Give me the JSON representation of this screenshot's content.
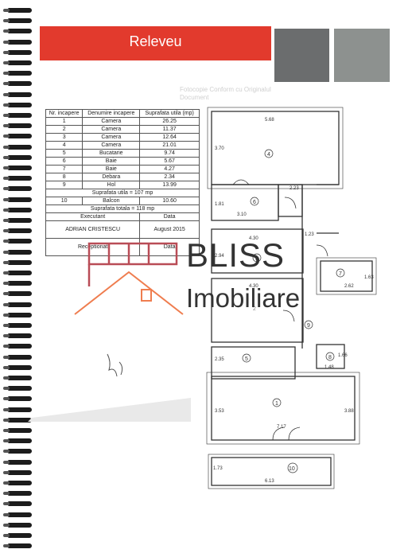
{
  "banner": {
    "title": "Releveu",
    "color": "#e23a2d"
  },
  "stamp_text": [
    "Fotocopie Conform cu Originalul",
    "Document"
  ],
  "table": {
    "headers": [
      "Nr. incapere",
      "Denumire incapere",
      "Suprafata utila (mp)"
    ],
    "rows": [
      [
        "1",
        "Camera",
        "26.25"
      ],
      [
        "2",
        "Camera",
        "11.37"
      ],
      [
        "3",
        "Camera",
        "12.64"
      ],
      [
        "4",
        "Camera",
        "21.01"
      ],
      [
        "5",
        "Bucatarie",
        "9.74"
      ],
      [
        "6",
        "Baie",
        "5.67"
      ],
      [
        "7",
        "Baie",
        "4.27"
      ],
      [
        "8",
        "Debara",
        "2.34"
      ],
      [
        "9",
        "Hol",
        "13.99"
      ]
    ],
    "suprafata_utila": "Suprafata utila = 107 mp",
    "balcon": {
      "nr": "10",
      "name": "Balcon",
      "area": "10.60"
    },
    "suprafata_totala": "Suprafata totala = 118 mp",
    "executant_label": "Executant",
    "data_label": "Data",
    "executant_name": "ADRIAN CRISTESCU",
    "executant_date": "August 2015",
    "receptionat_label": "Receptionat",
    "receptionat_data_label": "Data"
  },
  "plan": {
    "dims": [
      "5.68",
      "3.70",
      "2.23",
      "1.81",
      "3.10",
      "1.23",
      "4.30",
      "2.94",
      "2.62",
      "1.63",
      "4.30",
      "2.35",
      "1.48",
      "1.66",
      "3.53",
      "7.17",
      "3.88",
      "1.73",
      "6.13"
    ],
    "room_labels": [
      "4",
      "6",
      "3",
      "7",
      "9",
      "5",
      "8",
      "1",
      "10",
      "2"
    ]
  },
  "logo": {
    "name": "BLISS",
    "subtitle": "Imobiliare"
  }
}
